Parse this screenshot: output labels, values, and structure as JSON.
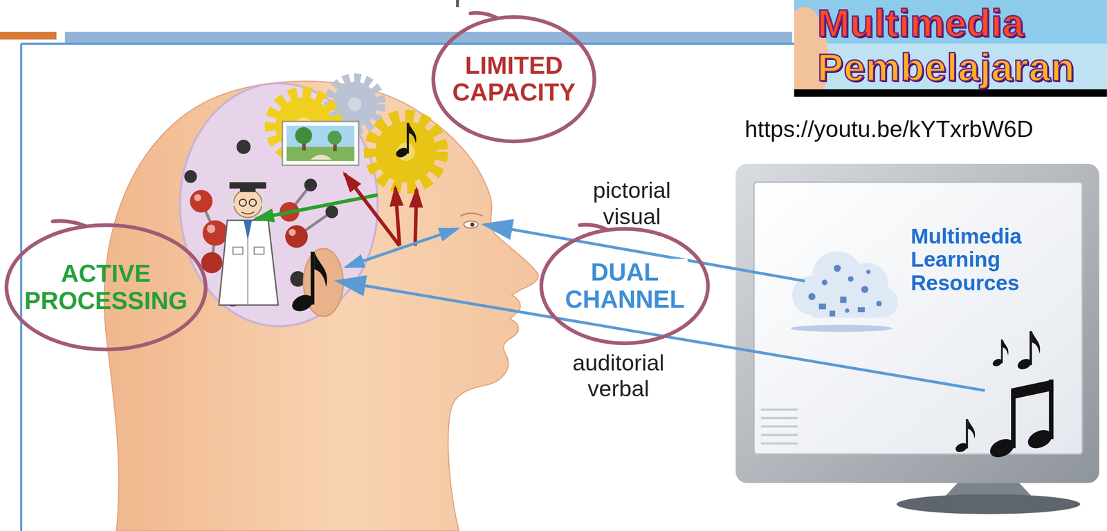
{
  "diagram": {
    "nodes": [
      {
        "text": [
          "LIMITED CAPACITY"
        ]
      },
      {
        "text": [
          "Multimedia Pembelajaran"
        ]
      },
      {
        "text": [
          "ACTIVE PROCESSING"
        ]
      },
      {
        "text": [
          "DUAL CHANNEL"
        ]
      },
      {
        "text": [
          "Multimedia Learning Resources"
        ]
      }
    ],
    "labels": [
      "https://youtu.be/kYTxrbW6D",
      "pictorial visual",
      "auditorial verbal"
    ]
  }
}
